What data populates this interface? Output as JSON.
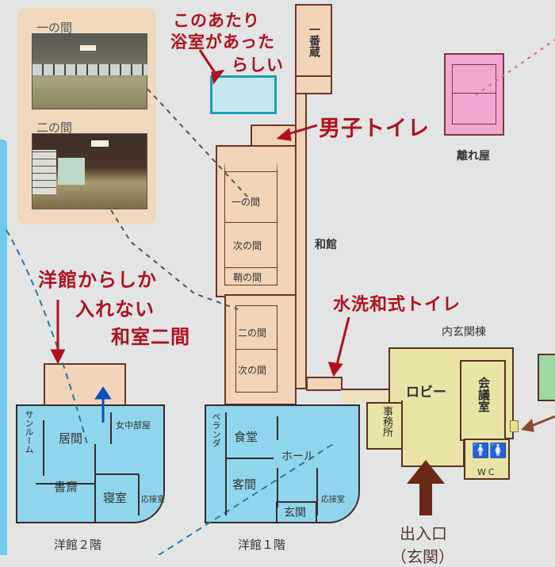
{
  "photo_panel": {
    "room1": "一の間",
    "room2": "二の間"
  },
  "notes": {
    "bath": [
      "このあたり",
      "浴室があった",
      "らしい"
    ],
    "mens_toilet": "男子トイレ",
    "flush_toilet": "水洗和式トイレ",
    "western_only": [
      "洋館からしか",
      "入れない",
      "和室二間"
    ]
  },
  "wakan": {
    "name": "和館",
    "kura": "一番蔵",
    "rooms": [
      "一の間",
      "次の間",
      "鞘の間",
      "二の間",
      "次の間"
    ]
  },
  "hanare": "離れ屋",
  "uchigenkan": {
    "name": "内玄関棟",
    "lobby": "ロビー",
    "office": "事務所",
    "meeting": "会議室",
    "wc": "WC"
  },
  "entrance": {
    "label": "出入口",
    "sub": "（玄関）"
  },
  "yokan2": {
    "title": "洋館２階",
    "rooms": [
      "サンルーム",
      "居間",
      "女中部屋",
      "書斎",
      "寝室",
      "応接室"
    ]
  },
  "yokan1": {
    "title": "洋館１階",
    "rooms": [
      "ベランダ",
      "食堂",
      "ホール",
      "客間",
      "応接室",
      "玄関"
    ]
  },
  "colors": {
    "red": "#b0101e",
    "blue": "#8fd5ec",
    "wakan": "#f2d4b8",
    "lobby": "#e9e3a6",
    "hanare": "#f0a8d2"
  }
}
